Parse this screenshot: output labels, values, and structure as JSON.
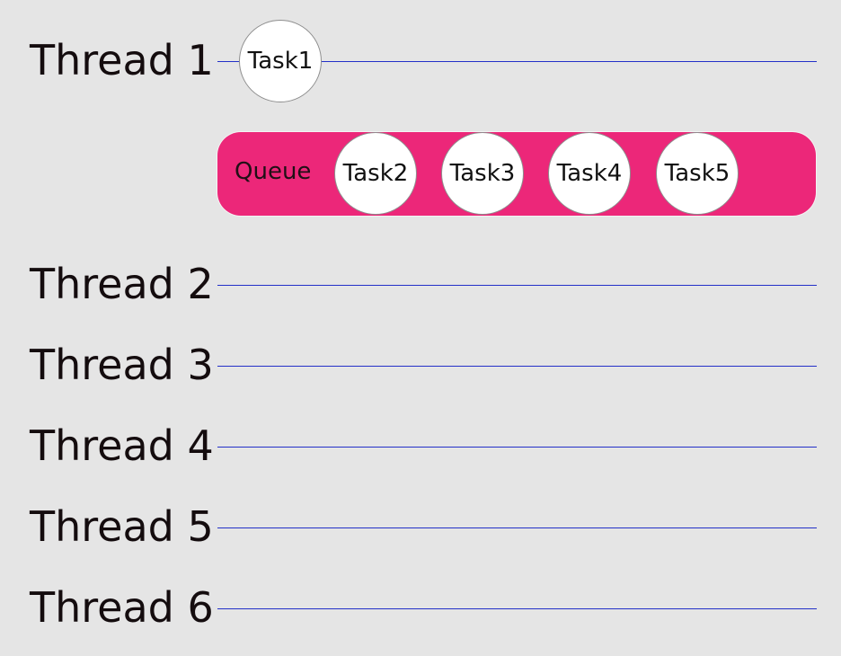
{
  "threads": [
    {
      "label": "Thread 1"
    },
    {
      "label": "Thread 2"
    },
    {
      "label": "Thread 3"
    },
    {
      "label": "Thread 4"
    },
    {
      "label": "Thread 5"
    },
    {
      "label": "Thread 6"
    }
  ],
  "running_task": {
    "label": "Task1"
  },
  "queue": {
    "label": "Queue",
    "tasks": [
      "Task2",
      "Task3",
      "Task4",
      "Task5"
    ]
  },
  "colors": {
    "background": "#e5e5e5",
    "queue": "#ec2779",
    "thread_line": "#2330c8",
    "task_fill": "#ffffff",
    "task_border": "#8e8e8e"
  }
}
